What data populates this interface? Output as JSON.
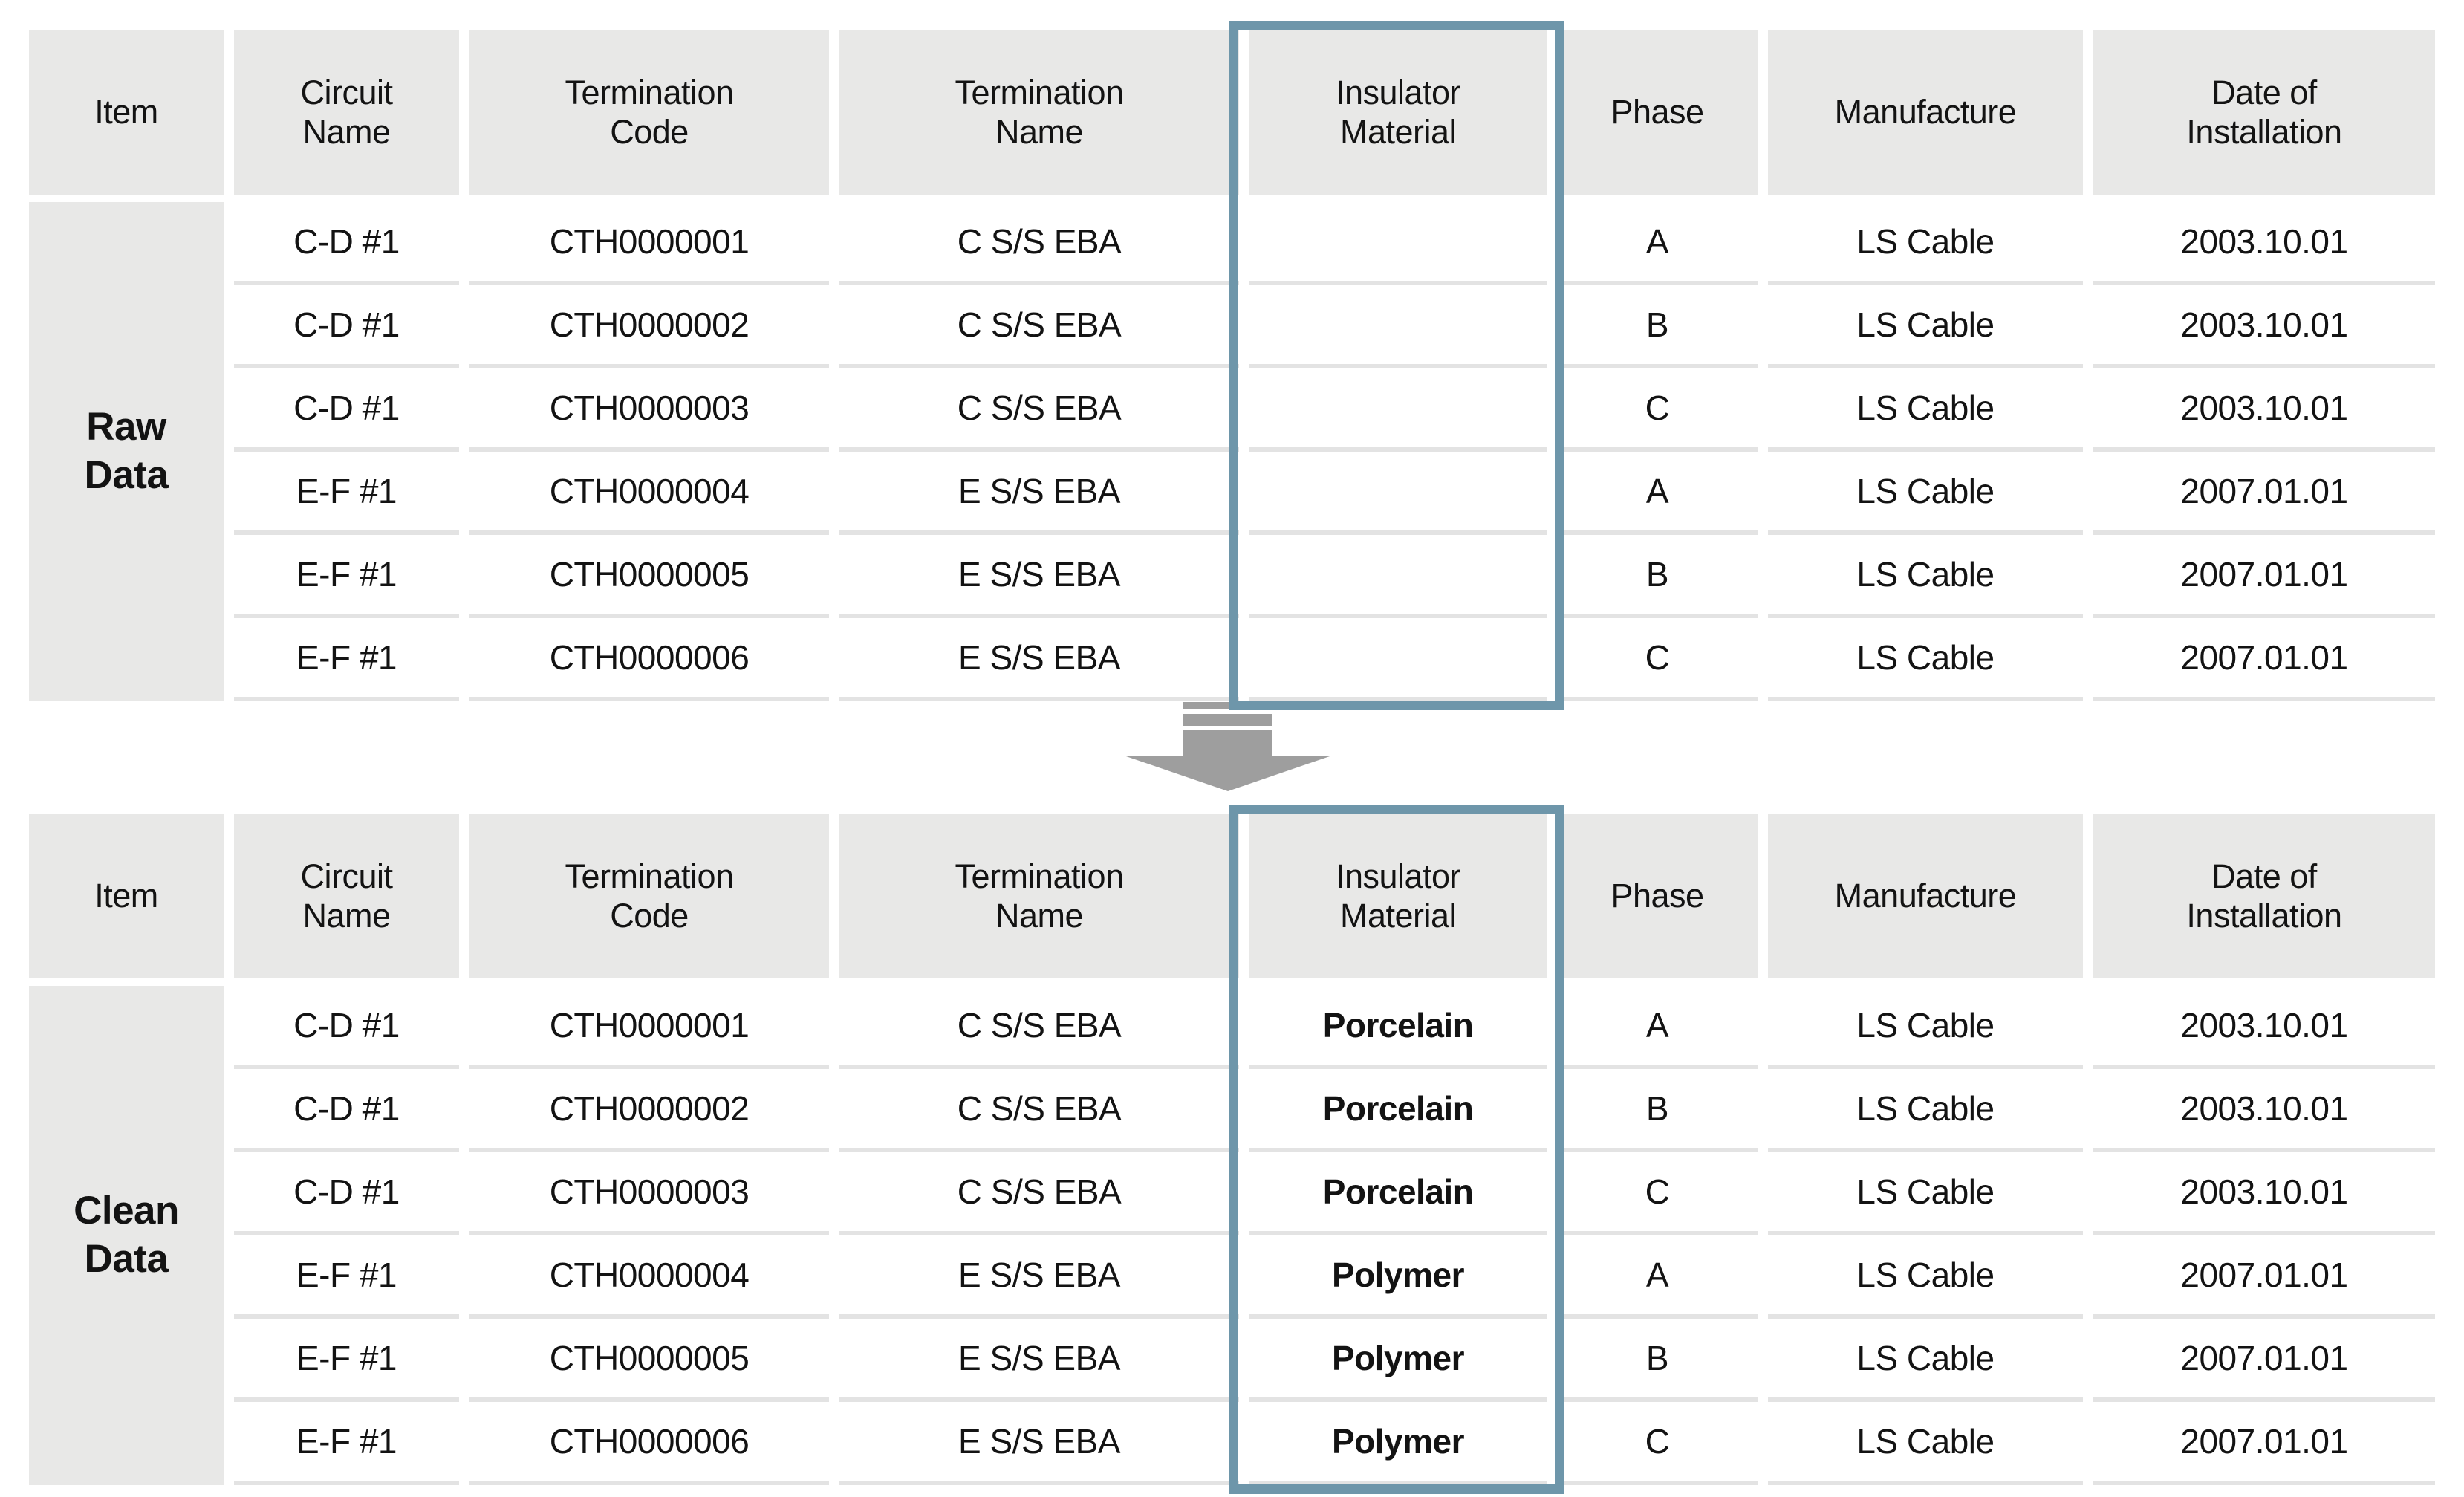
{
  "columns": [
    "Item",
    "Circuit\nName",
    "Termination\nCode",
    "Termination\nName",
    "Insulator\nMaterial",
    "Phase",
    "Manufacture",
    "Date of\nInstallation"
  ],
  "raw": {
    "label": "Raw\nData",
    "rows": [
      [
        "C-D #1",
        "CTH0000001",
        "C S/S EBA",
        "",
        "A",
        "LS Cable",
        "2003.10.01"
      ],
      [
        "C-D #1",
        "CTH0000002",
        "C S/S EBA",
        "",
        "B",
        "LS Cable",
        "2003.10.01"
      ],
      [
        "C-D #1",
        "CTH0000003",
        "C S/S EBA",
        "",
        "C",
        "LS Cable",
        "2003.10.01"
      ],
      [
        "E-F #1",
        "CTH0000004",
        "E S/S EBA",
        "",
        "A",
        "LS Cable",
        "2007.01.01"
      ],
      [
        "E-F #1",
        "CTH0000005",
        "E S/S EBA",
        "",
        "B",
        "LS Cable",
        "2007.01.01"
      ],
      [
        "E-F #1",
        "CTH0000006",
        "E S/S EBA",
        "",
        "C",
        "LS Cable",
        "2007.01.01"
      ]
    ]
  },
  "clean": {
    "label": "Clean\nData",
    "rows": [
      [
        "C-D #1",
        "CTH0000001",
        "C S/S EBA",
        "Porcelain",
        "A",
        "LS Cable",
        "2003.10.01"
      ],
      [
        "C-D #1",
        "CTH0000002",
        "C S/S EBA",
        "Porcelain",
        "B",
        "LS Cable",
        "2003.10.01"
      ],
      [
        "C-D #1",
        "CTH0000003",
        "C S/S EBA",
        "Porcelain",
        "C",
        "LS Cable",
        "2003.10.01"
      ],
      [
        "E-F #1",
        "CTH0000004",
        "E S/S EBA",
        "Polymer",
        "A",
        "LS Cable",
        "2007.01.01"
      ],
      [
        "E-F #1",
        "CTH0000005",
        "E S/S EBA",
        "Polymer",
        "B",
        "LS Cable",
        "2007.01.01"
      ],
      [
        "E-F #1",
        "CTH0000006",
        "E S/S EBA",
        "Polymer",
        "C",
        "LS Cable",
        "2007.01.01"
      ]
    ]
  },
  "colors": {
    "highlight_border": "#6e96aa",
    "header_bg": "#e8e8e7",
    "row_separator": "#e3e3e3",
    "arrow": "#9e9e9e"
  }
}
